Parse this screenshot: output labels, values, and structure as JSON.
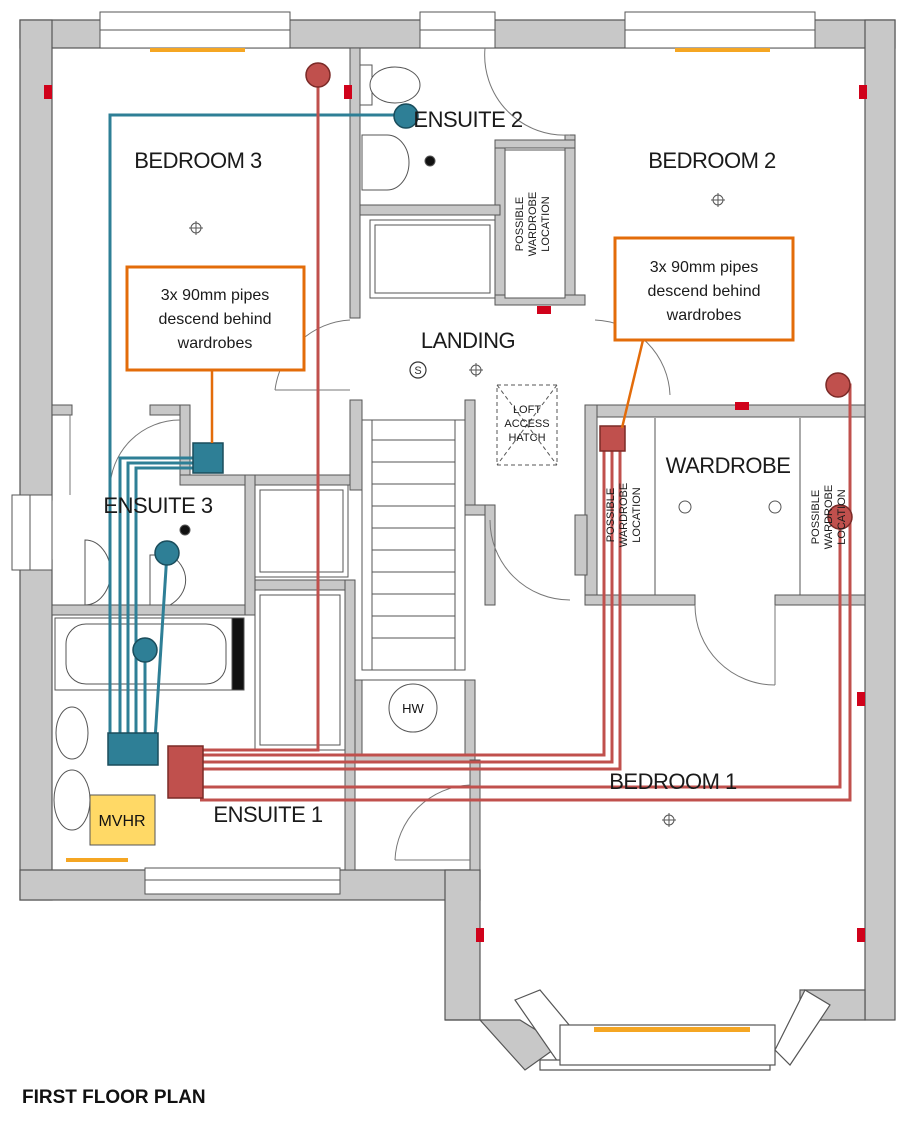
{
  "rooms": {
    "bedroom3": "BEDROOM 3",
    "ensuite2": "ENSUITE 2",
    "bedroom2": "BEDROOM 2",
    "landing": "LANDING",
    "ensuite3": "ENSUITE 3",
    "wardrobe": "WARDROBE",
    "ensuite1": "ENSUITE 1",
    "bedroom1": "BEDROOM 1"
  },
  "fixtures": {
    "hw": "HW",
    "mvhr": "MVHR",
    "loft_line1": "LOFT",
    "loft_line2": "ACCESS",
    "loft_line3": "HATCH",
    "possible": "POSSIBLE",
    "wardrobe_word": "WARDROBE",
    "location": "LOCATION",
    "stair_s": "S"
  },
  "callouts": {
    "left": [
      "3x 90mm pipes",
      "descend behind",
      "wardrobes"
    ],
    "right": [
      "3x 90mm pipes",
      "descend behind",
      "wardrobes"
    ]
  },
  "plan_title": "FIRST FLOOR PLAN",
  "colors": {
    "wall": "#c8c8c8",
    "wall_stroke": "#555555",
    "supply_duct": "#2e7f96",
    "extract_duct": "#c0504d",
    "callout_border": "#e36c0a",
    "mvhr_fill": "#ffd966",
    "window_bar": "#f5a623"
  }
}
